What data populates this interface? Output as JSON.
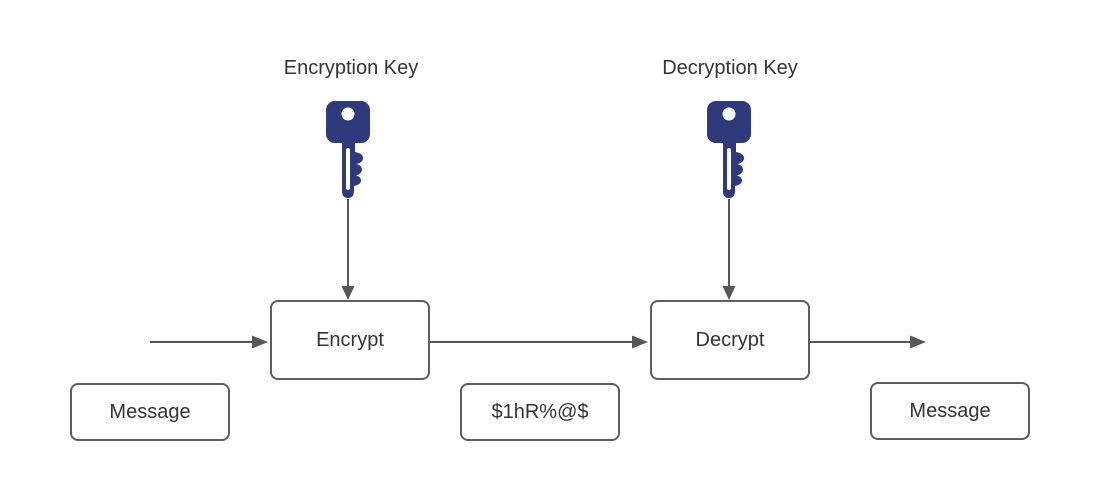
{
  "diagram": {
    "description": "Symmetric-style encryption flow diagram",
    "keys": [
      {
        "label": "Encryption Key",
        "icon": "key-icon"
      },
      {
        "label": "Decryption Key",
        "icon": "key-icon"
      }
    ],
    "nodes": {
      "encrypt": "Encrypt",
      "decrypt": "Decrypt",
      "message_left": "Message",
      "ciphertext": "$1hR%@$",
      "message_right": "Message"
    }
  },
  "colors": {
    "key-color": "#2f3a7d",
    "box-border": "#5e5e5e",
    "arrow-color": "#575757",
    "text-color": "#343434",
    "background": "#ffffff"
  }
}
